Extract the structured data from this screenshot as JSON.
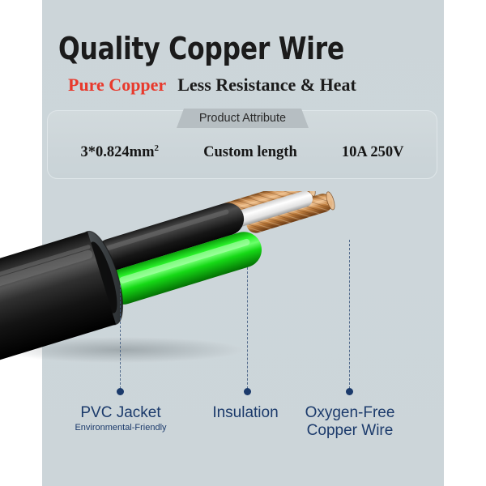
{
  "page": {
    "background_color": "#ccd5d9",
    "margin_color": "#ffffff"
  },
  "header": {
    "title": "Quality Copper Wire",
    "subtitle_highlight": "Pure Copper",
    "subtitle_highlight_color": "#e8392c",
    "subtitle_rest": "Less Resistance & Heat",
    "subtitle_rest_color": "#1b1b1b"
  },
  "attributes_panel": {
    "tab_label": "Product Attribute",
    "tab_color": "#b6bec2",
    "items": [
      {
        "value": "3*0.824mm",
        "superscript": "2"
      },
      {
        "value": "Custom length",
        "superscript": ""
      },
      {
        "value": "10A 250V",
        "superscript": ""
      }
    ]
  },
  "illustration": {
    "name": "three-core-power-cable-cutaway",
    "jacket_color": "#1a1a1a",
    "insulation_green_color": "#16d916",
    "insulation_black_color": "#2b2b2b",
    "insulation_white_color": "#f2f2f2",
    "copper_color": "#c98a4b"
  },
  "callouts": [
    {
      "label": "PVC Jacket",
      "sublabel": "Environmental-Friendly",
      "color": "#1b3a6b"
    },
    {
      "label": "Insulation",
      "sublabel": "",
      "color": "#1b3a6b"
    },
    {
      "label": "Oxygen-Free\nCopper Wire",
      "sublabel": "",
      "color": "#1b3a6b"
    }
  ]
}
